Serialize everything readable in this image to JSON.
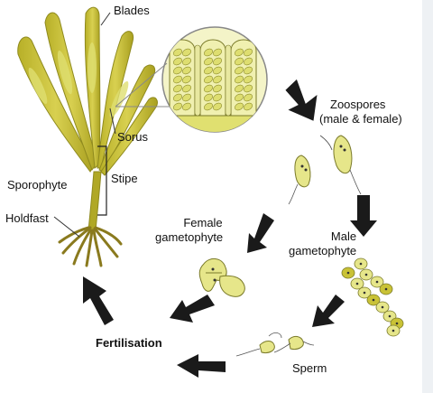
{
  "labels": {
    "blades": "Blades",
    "sorus": "Sorus",
    "stipe": "Stipe",
    "sporophyte": "Sporophyte",
    "holdfast": "Holdfast",
    "zoospores_line1": "Zoospores",
    "zoospores_line2": "(male & female)",
    "female_line1": "Female",
    "female_line2": "gametophyte",
    "male_line1": "Male",
    "male_line2": "gametophyte",
    "fertilisation": "Fertilisation",
    "sperm": "Sperm"
  },
  "colors": {
    "kelp_fill": "#c9c236",
    "kelp_dark": "#8f8a1e",
    "cell_fill": "#e6e68a",
    "cell_stroke": "#7a7a2a",
    "arrow": "#1a1a1a",
    "line": "#333333"
  }
}
